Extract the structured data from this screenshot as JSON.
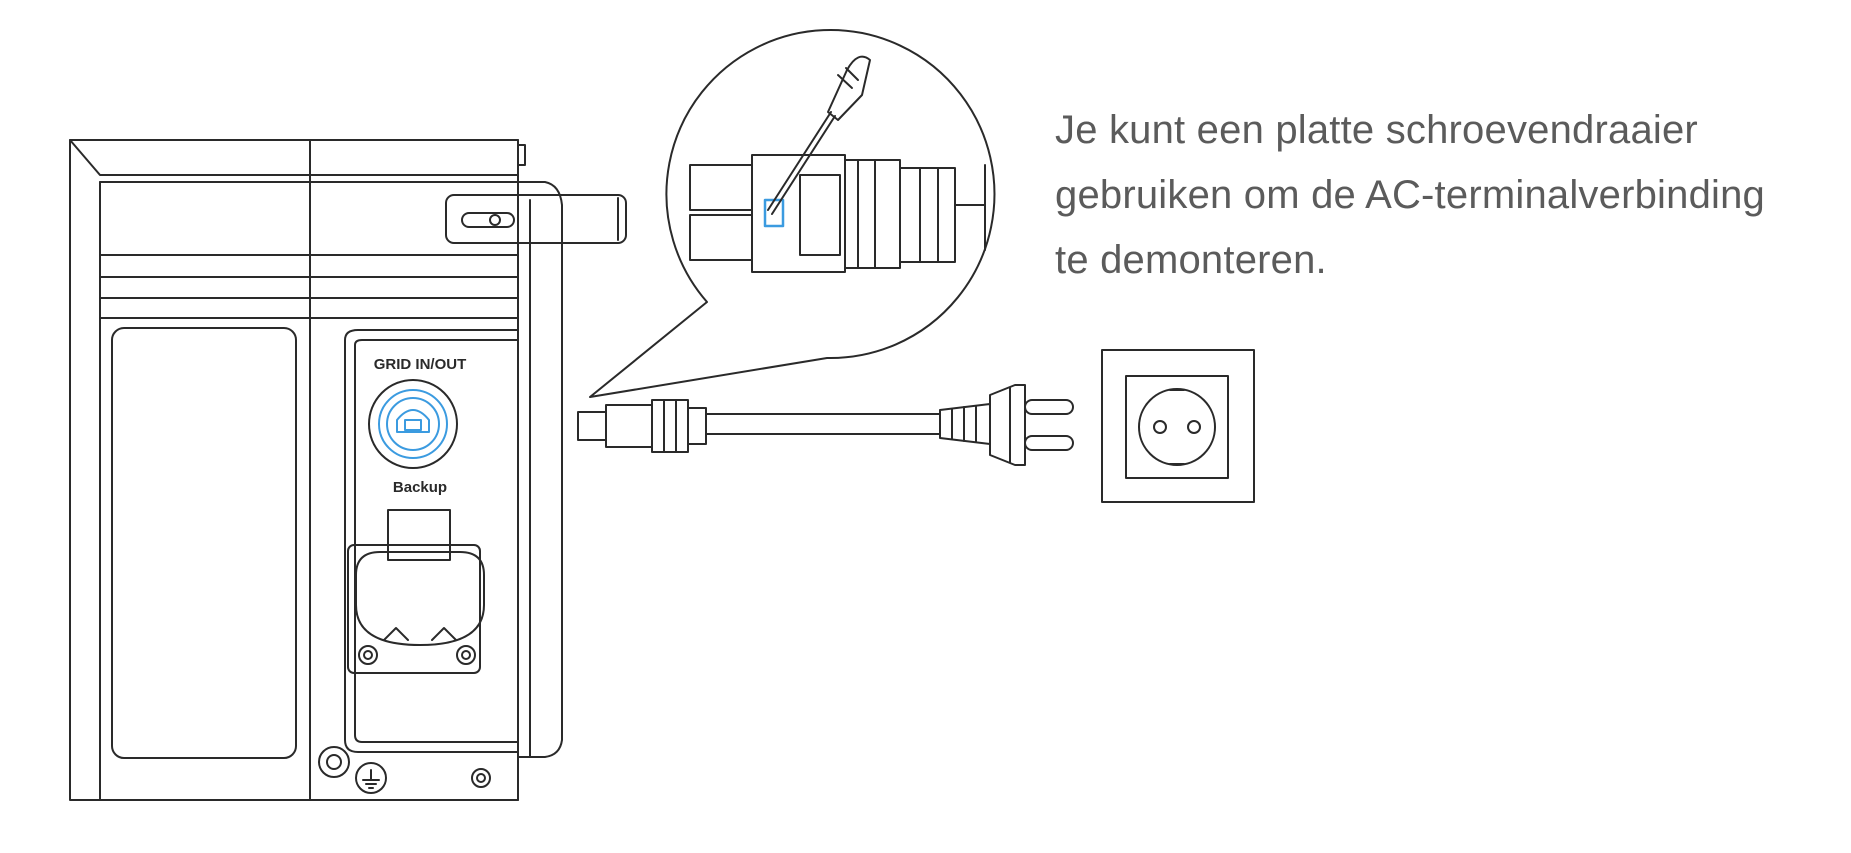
{
  "instruction": {
    "line1": "Je kunt een platte schroevendraaier",
    "line2": "gebruiken om de AC-terminalverbinding",
    "line3": "te demonteren."
  },
  "device": {
    "port_label": "GRID IN/OUT",
    "socket_label": "Backup"
  },
  "colors": {
    "line": "#2a2a2a",
    "highlight": "#3b9be0",
    "text": "#5b5b5b"
  }
}
